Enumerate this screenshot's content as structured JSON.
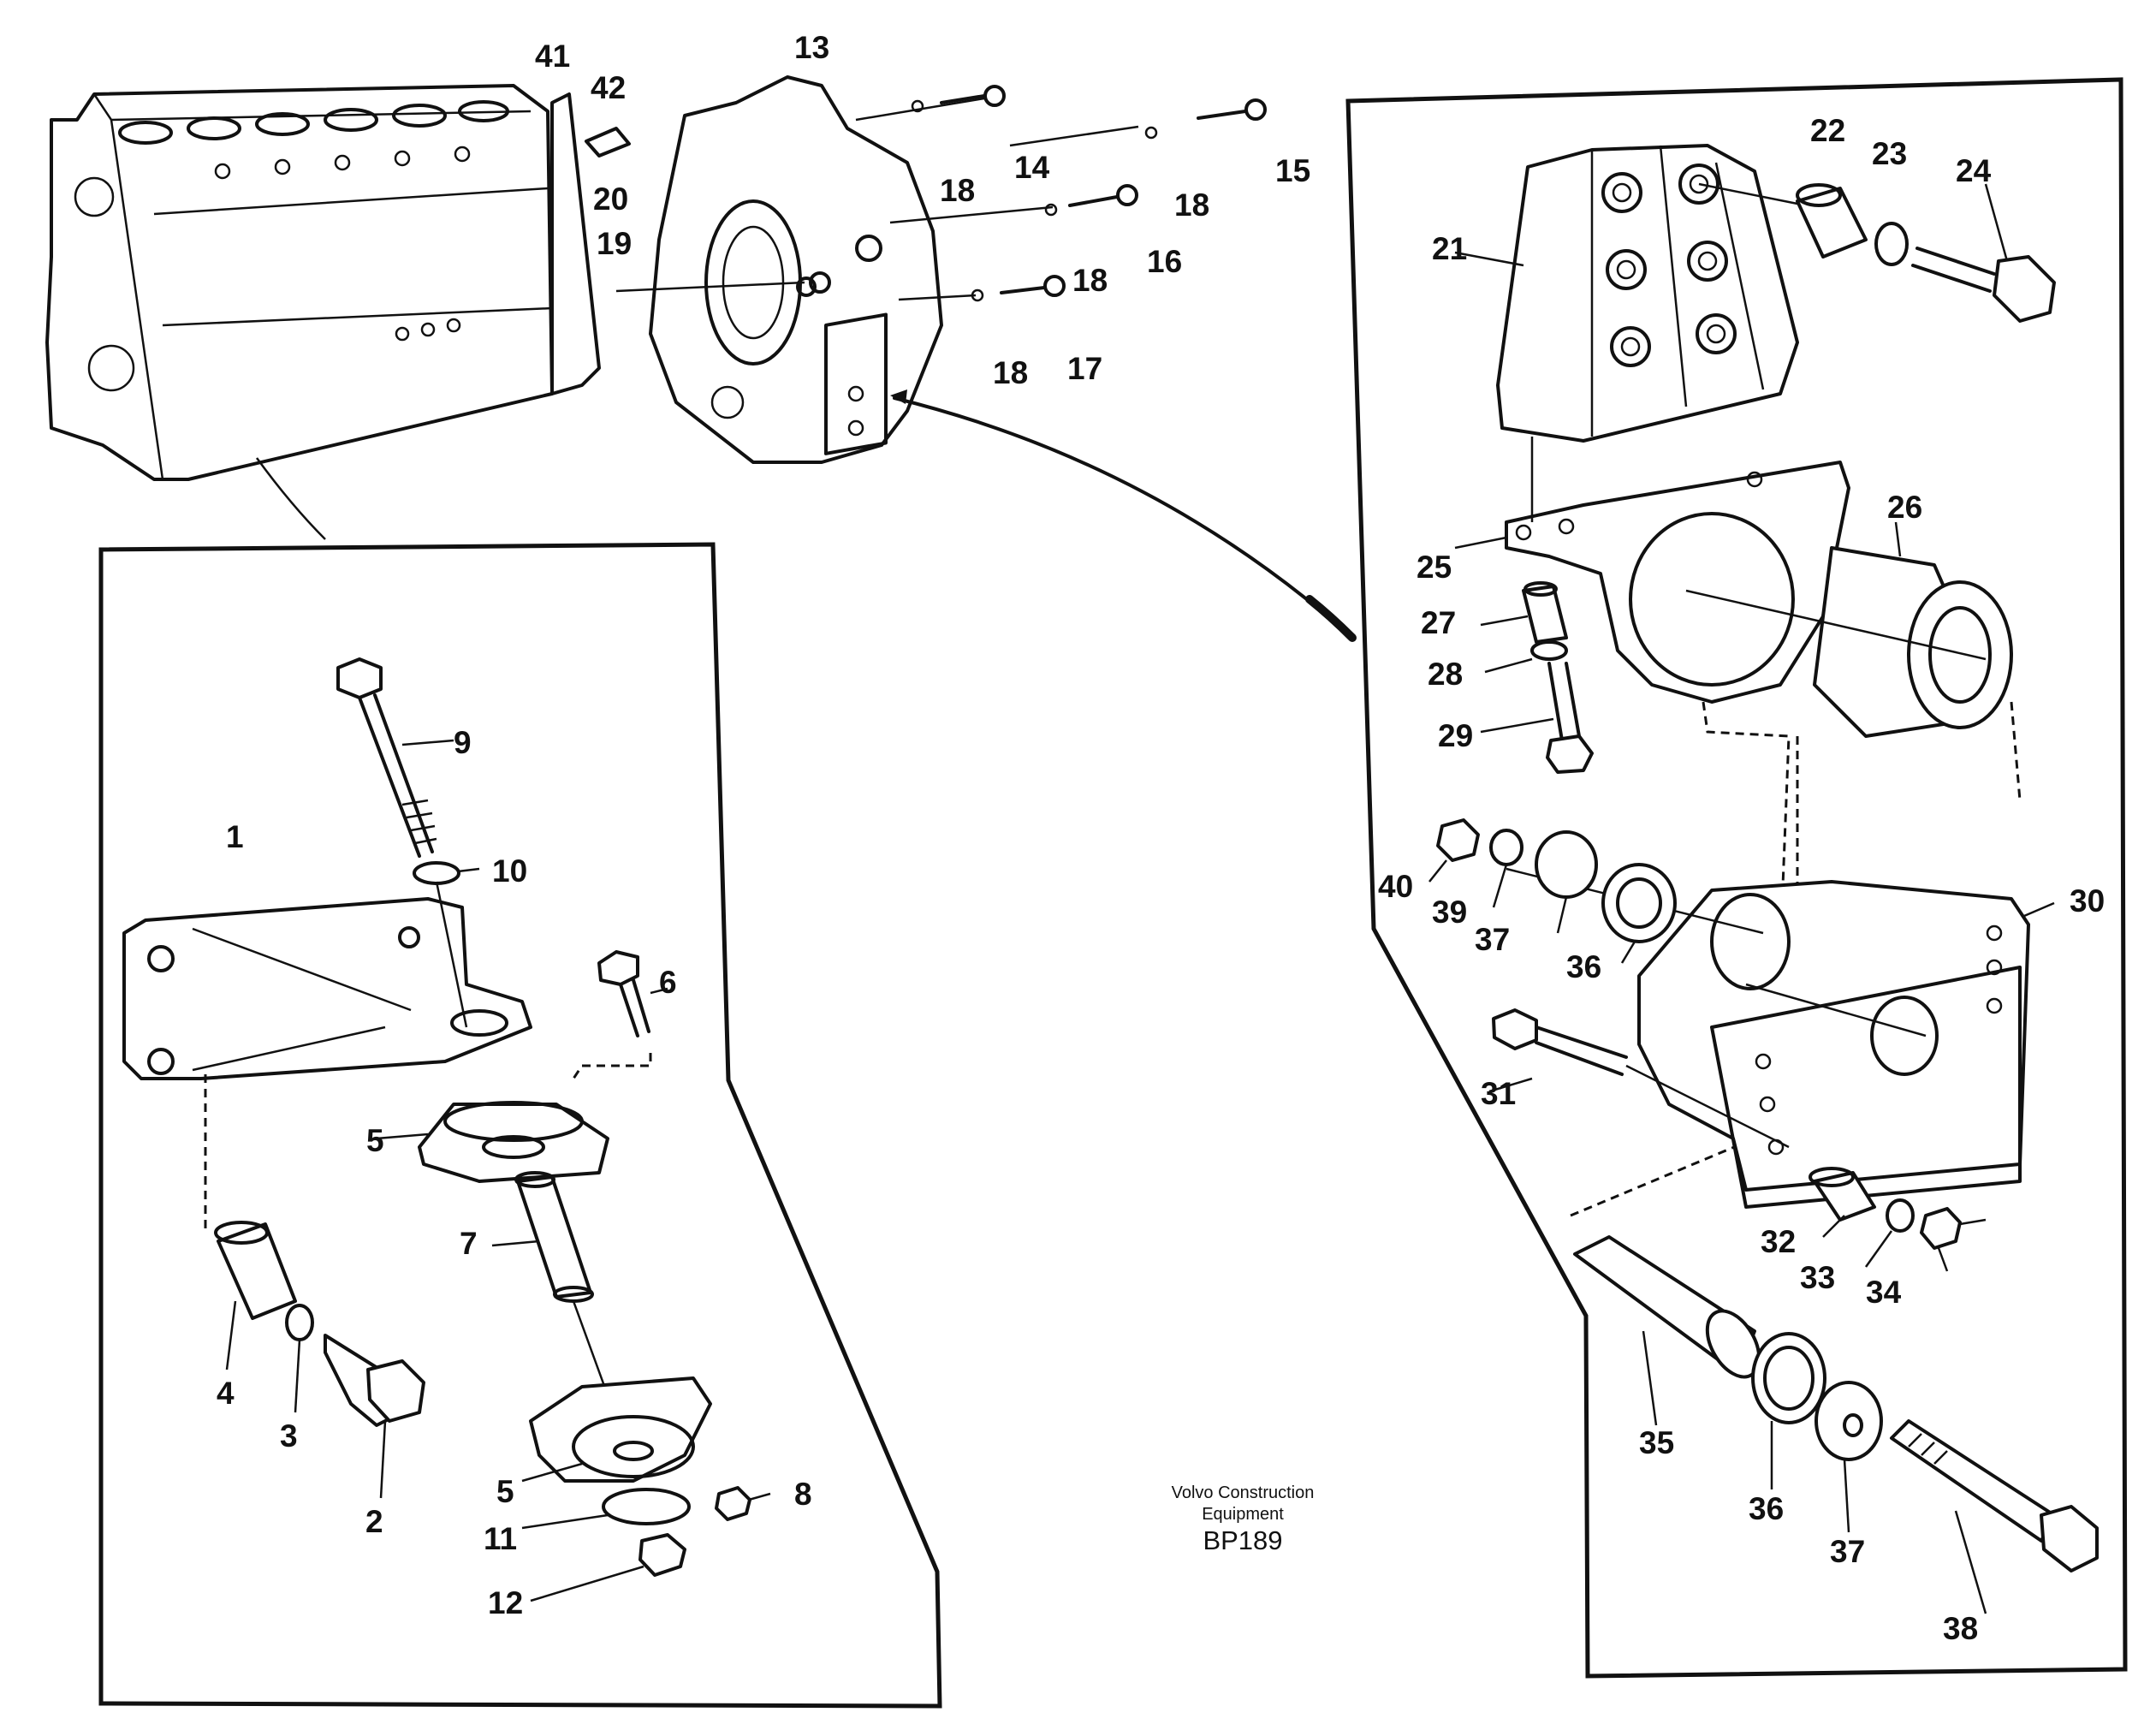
{
  "callouts": {
    "c1": "1",
    "c2": "2",
    "c3": "3",
    "c4": "4",
    "c5a": "5",
    "c5b": "5",
    "c6": "6",
    "c7": "7",
    "c8": "8",
    "c9": "9",
    "c10": "10",
    "c11": "11",
    "c12": "12",
    "c13": "13",
    "c14": "14",
    "c15": "15",
    "c16": "16",
    "c17": "17",
    "c18a": "18",
    "c18b": "18",
    "c18c": "18",
    "c18d": "18",
    "c19": "19",
    "c20": "20",
    "c21": "21",
    "c22": "22",
    "c23": "23",
    "c24": "24",
    "c25": "25",
    "c26": "26",
    "c27": "27",
    "c28": "28",
    "c29": "29",
    "c30": "30",
    "c31": "31",
    "c32": "32",
    "c33": "33",
    "c34": "34",
    "c35": "35",
    "c36a": "36",
    "c36b": "36",
    "c37a": "37",
    "c37b": "37",
    "c38": "38",
    "c39": "39",
    "c40": "40",
    "c41": "41",
    "c42": "42"
  },
  "caption": {
    "line1": "Volvo Construction",
    "line2": "Equipment",
    "code": "BP189"
  }
}
